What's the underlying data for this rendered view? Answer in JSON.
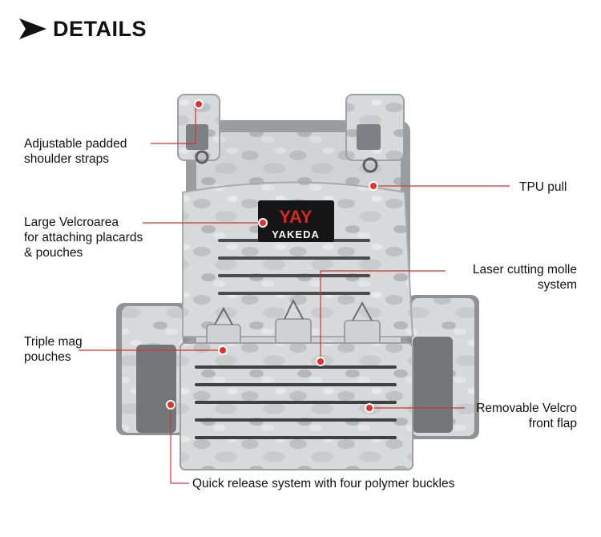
{
  "header": {
    "title": "DETAILS",
    "arrow_icon": "chevron-right-icon"
  },
  "product": {
    "brand_name": "YAKEDA",
    "brand_mark": "YAY"
  },
  "callouts": [
    {
      "id": "shoulder",
      "lines": [
        "Adjustable padded",
        "shoulder straps"
      ]
    },
    {
      "id": "tpu",
      "lines": [
        "TPU  pull"
      ]
    },
    {
      "id": "velcro",
      "lines": [
        "Large Velcroarea",
        "for attaching placards",
        "& pouches"
      ]
    },
    {
      "id": "molle",
      "lines": [
        "Laser cutting molle",
        "system"
      ]
    },
    {
      "id": "mag",
      "lines": [
        "Triple mag",
        "pouches"
      ]
    },
    {
      "id": "flap",
      "lines": [
        "Removable Velcro",
        "front flap"
      ]
    },
    {
      "id": "release",
      "lines": [
        "Quick release system with four polymer buckles"
      ]
    }
  ],
  "colors": {
    "callout_dot": "#e0322f",
    "callout_line": "#d8312e",
    "vest_base": "#d4d6d8",
    "vest_shadow": "#6a6c6e",
    "brand_red": "#d8262a"
  }
}
